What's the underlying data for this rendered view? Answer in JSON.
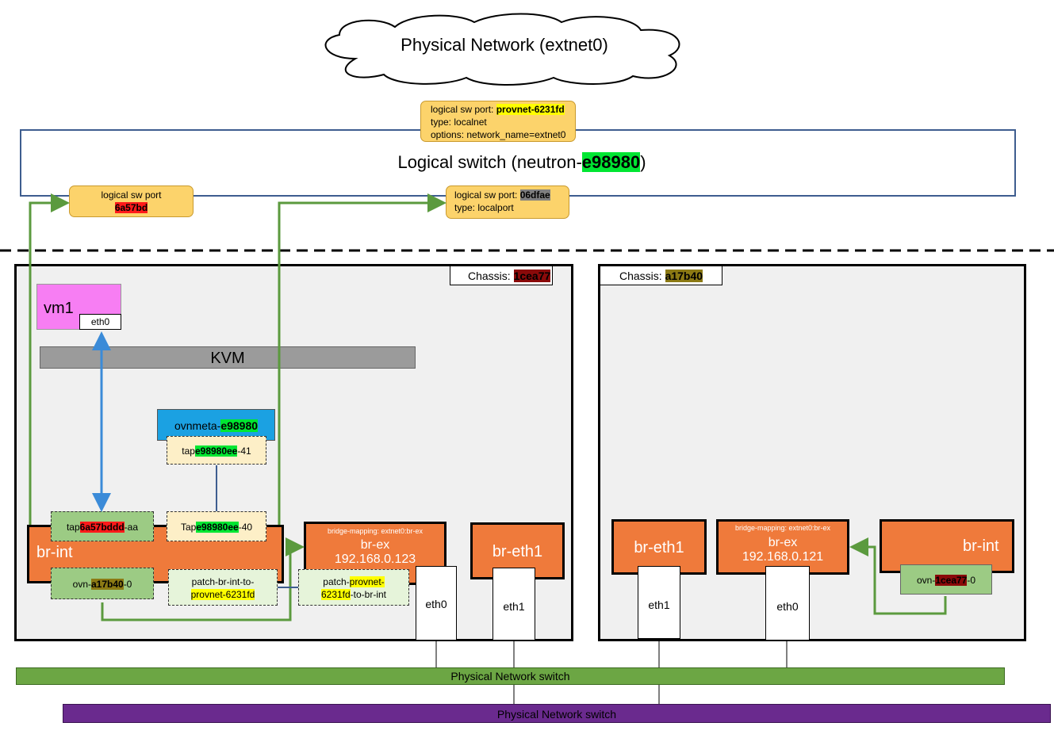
{
  "cloud": {
    "label": "Physical Network (extnet0)"
  },
  "provnet_port": {
    "line1_prefix": "logical sw port: ",
    "line1_id": "provnet-6231fd",
    "line2": "type: localnet",
    "line3": "options: network_name=extnet0"
  },
  "logical_switch": {
    "prefix": "Logical switch (neutron-",
    "id": "e98980",
    "suffix": ")"
  },
  "port_vm": {
    "line1": "logical sw port",
    "id": "6a57bd"
  },
  "port_meta": {
    "line1_prefix": "logical sw port: ",
    "id": "06dfae",
    "line2": "type: localport"
  },
  "chassis1": {
    "label_prefix": "Chassis: ",
    "id": "1cea77",
    "vm1": {
      "label": "vm1",
      "eth0": "eth0"
    },
    "kvm": "KVM",
    "ovnmeta": {
      "prefix": "ovnmeta-",
      "id": "e98980"
    },
    "tap_meta_ns": {
      "prefix": "tap",
      "id": "e98980ee",
      "suffix": "-41"
    },
    "tap_meta": {
      "prefix": "Tap",
      "id": "e98980ee",
      "suffix": "-40"
    },
    "tap_vm": {
      "prefix": "tap",
      "id": "6a57bddd",
      "suffix": "-aa"
    },
    "br_int": "br-int",
    "ovn_tunnel": {
      "prefix": "ovn-",
      "id": "a17b40",
      "suffix": "-0"
    },
    "patch_int": {
      "line1": "patch-br-int-to-",
      "id": "provnet-6231fd"
    },
    "patch_ex": {
      "prefix": "patch-",
      "id1": "provnet-",
      "id2": "6231fd",
      "suffix": "-to-br-int"
    },
    "br_ex": {
      "mapping": "bridge-mapping: extnet0:br-ex",
      "name": "br-ex",
      "ip": "192.168.0.123"
    },
    "br_eth1": "br-eth1",
    "eth0": "eth0",
    "eth1": "eth1"
  },
  "chassis2": {
    "label_prefix": "Chassis: ",
    "id": "a17b40",
    "br_eth1": "br-eth1",
    "br_ex": {
      "mapping": "bridge-mapping: extnet0:br-ex",
      "name": "br-ex",
      "ip": "192.168.0.121"
    },
    "br_int": "br-int",
    "ovn_tunnel": {
      "prefix": "ovn-",
      "id": "1cea77",
      "suffix": "-0"
    },
    "eth1": "eth1",
    "eth0": "eth0"
  },
  "switch_green": {
    "label": "Physical Network switch",
    "color": "#6ca644"
  },
  "switch_purple": {
    "label": "Physical Network switch",
    "color": "#6a2a8e"
  },
  "colors": {
    "logical": "#5b9a3e",
    "link_blue": "#3b8bd8",
    "orange": "#ef7a3b"
  }
}
